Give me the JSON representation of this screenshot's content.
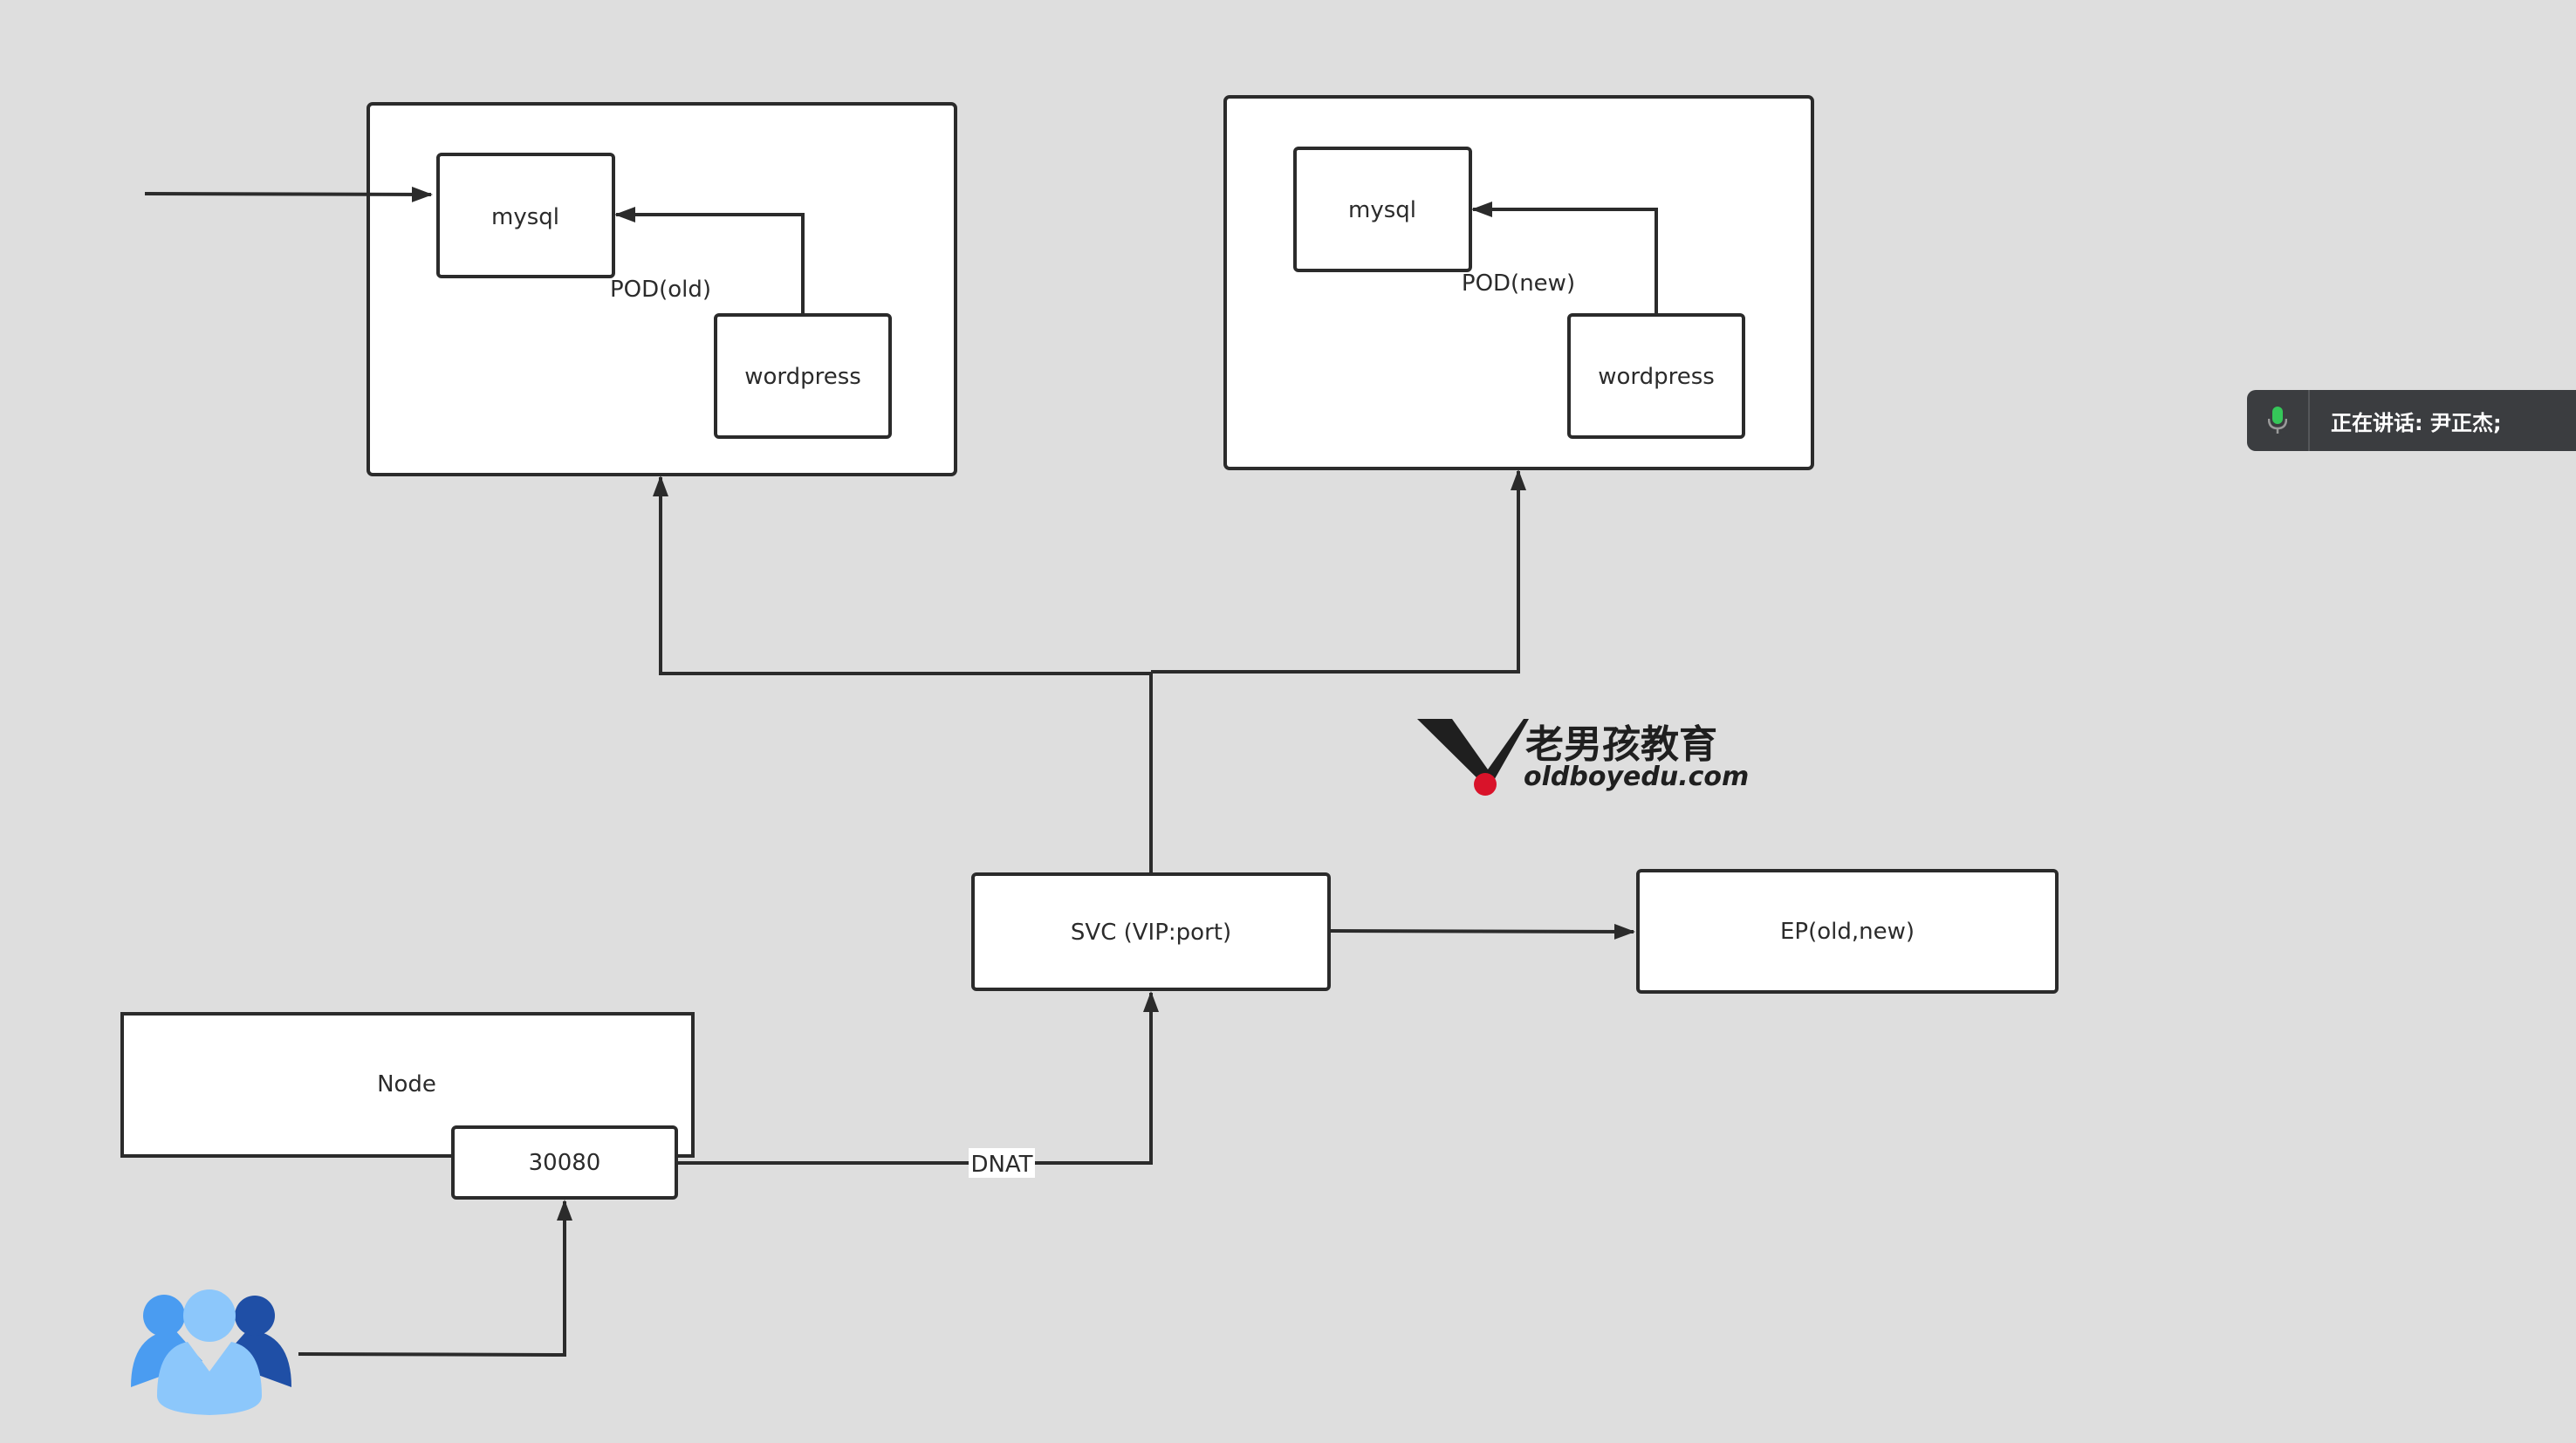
{
  "diagram": {
    "pod_old": {
      "mysql": "mysql",
      "label": "POD(old)",
      "wordpress": "wordpress"
    },
    "pod_new": {
      "mysql": "mysql",
      "label": "POD(new)",
      "wordpress": "wordpress"
    },
    "svc": "SVC (VIP:port)",
    "ep": "EP(old,new)",
    "node": "Node",
    "nodeport": "30080",
    "dnat": "DNAT"
  },
  "logo": {
    "cn": "老男孩教育",
    "en": "oldboyedu.com"
  },
  "speaking": {
    "text": "正在讲话: 尹正杰;",
    "icon": "microphone-icon"
  },
  "users_icon": "users-group-icon",
  "colors": {
    "background": "#dedede",
    "box_stroke": "#2b2b2b",
    "logo_red": "#d9132a",
    "mic_green": "#35c759",
    "users_light": "#8cc7fb",
    "users_mid": "#4a9cf1",
    "users_dark": "#1f4fa6",
    "speaking_bg": "#3b3d40"
  }
}
